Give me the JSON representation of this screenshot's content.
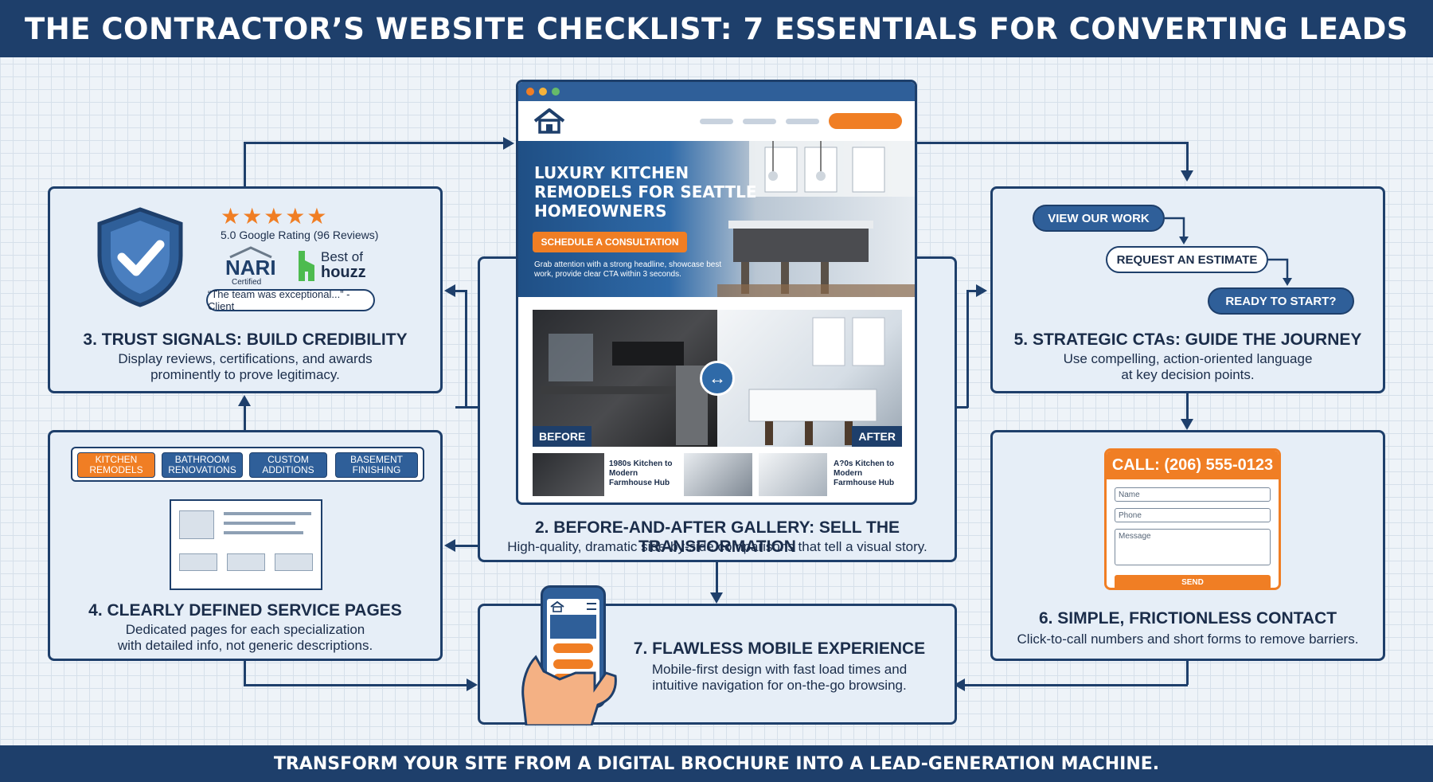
{
  "title": "THE CONTRACTOR’S WEBSITE CHECKLIST: 7 ESSENTIALS FOR CONVERTING LEADS",
  "footer": "TRANSFORM YOUR SITE FROM A DIGITAL BROCHURE INTO A LEAD-GENERATION MACHINE.",
  "colors": {
    "navy": "#1e3f6b",
    "blue": "#2f5f99",
    "orange": "#f07e24",
    "panel": "#e6eef7"
  },
  "icons": [
    "house-icon",
    "shield-check-icon",
    "star-icon",
    "swap-arrows-icon",
    "hand-phone-icon"
  ],
  "browser": {
    "hero_title": "LUXURY KITCHEN REMODELS FOR SEATTLE HOMEOWNERS",
    "hero_button": "SCHEDULE A CONSULTATION",
    "hero_note": "Grab attention with a strong headline, showcase best work, provide clear CTA within 3 seconds.",
    "before_label": "BEFORE",
    "after_label": "AFTER",
    "thumb1_text": "1980s Kitchen to Modern Farmhouse Hub",
    "thumb2_text": "A?0s Kitchen to Modern Farmhouse Hub"
  },
  "card2": {
    "title": "2. BEFORE-AND-AFTER GALLERY: SELL THE TRANSFORMATION",
    "desc": "High-quality, dramatic side-by-side comparisons that tell a visual story."
  },
  "card3": {
    "stars": "★★★★★",
    "rating": "5.0 Google Rating (96 Reviews)",
    "nari": "NARI",
    "nari_sub": "Certified",
    "houzz_top": "Best of",
    "houzz_bottom": "houzz",
    "quote": "“The team was exceptional...” - Client",
    "title": "3. TRUST SIGNALS: BUILD CREDIBILITY",
    "desc1": "Display reviews, certifications, and awards",
    "desc2": "prominently to prove legitimacy."
  },
  "card4": {
    "tabs": [
      {
        "line1": "KITCHEN",
        "line2": "REMODELS"
      },
      {
        "line1": "BATHROOM",
        "line2": "RENOVATIONS"
      },
      {
        "line1": "CUSTOM",
        "line2": "ADDITIONS"
      },
      {
        "line1": "BASEMENT",
        "line2": "FINISHING"
      }
    ],
    "title": "4. CLEARLY DEFINED SERVICE PAGES",
    "desc1": "Dedicated pages for each specialization",
    "desc2": "with detailed info, not generic descriptions."
  },
  "card5": {
    "cta1": "VIEW OUR WORK",
    "cta2": "REQUEST AN ESTIMATE",
    "cta3": "READY TO START?",
    "title": "5. STRATEGIC CTAs: GUIDE THE JOURNEY",
    "desc1": "Use compelling, action-oriented language",
    "desc2": "at key decision points."
  },
  "card6": {
    "call": "CALL: (206) 555-0123",
    "name_ph": "Name",
    "phone_ph": "Phone",
    "message_ph": "Message",
    "send": "SEND",
    "title": "6. SIMPLE, FRICTIONLESS CONTACT",
    "desc": "Click-to-call numbers and short forms to remove barriers."
  },
  "card7": {
    "title": "7. FLAWLESS MOBILE EXPERIENCE",
    "desc1": "Mobile-first design with fast load times and",
    "desc2": "intuitive navigation for on-the-go browsing."
  }
}
